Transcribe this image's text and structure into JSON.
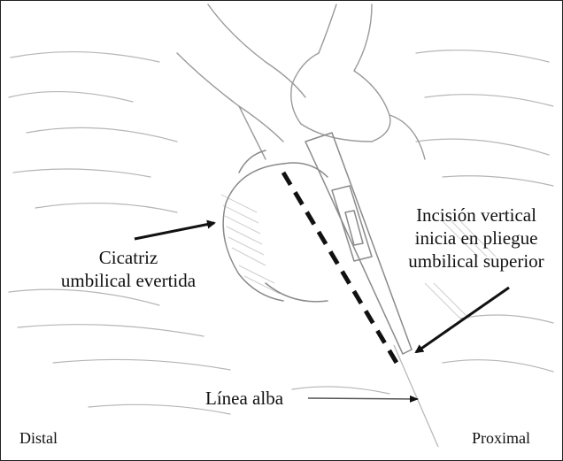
{
  "labels": {
    "cicatriz_line1": "Cicatriz",
    "cicatriz_line2": "umbilical evertida",
    "incision_line1": "Incisión vertical",
    "incision_line2": "inicia en pliegue",
    "incision_line3": "umbilical superior",
    "linea_alba": "Línea alba",
    "distal": "Distal",
    "proximal": "Proximal"
  },
  "colors": {
    "sketch": "#9a9a9a",
    "ink": "#111111",
    "hatch": "#c8c8c8"
  }
}
